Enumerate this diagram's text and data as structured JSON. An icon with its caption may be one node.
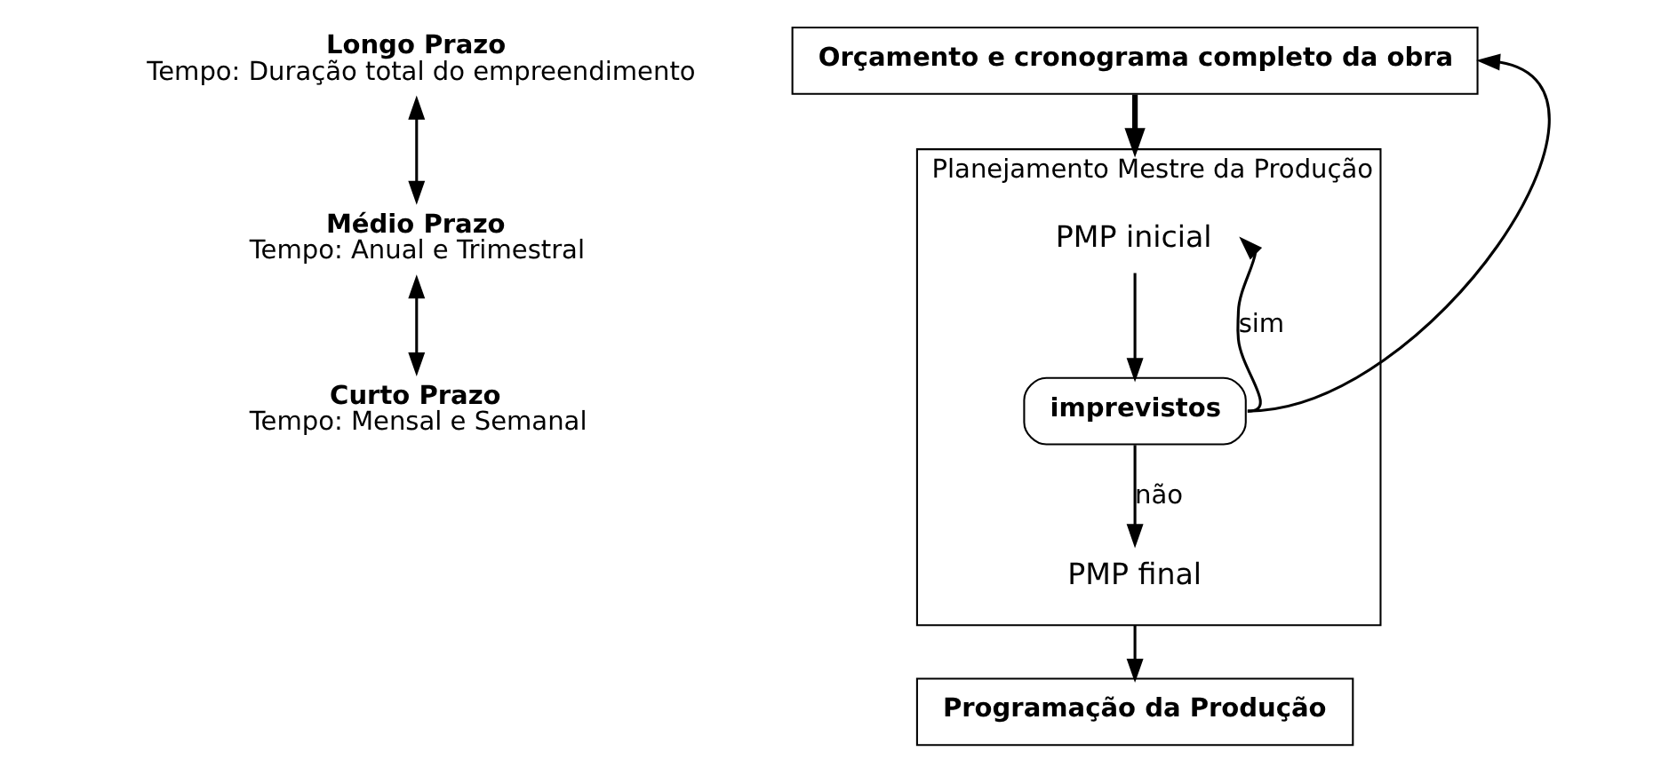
{
  "diagram": {
    "nodes": [
      {
        "text": [
          "Longo Prazo",
          "Tempo: Duração total do empreendimento"
        ]
      },
      {
        "text": [
          "Médio Prazo",
          "Tempo: Anual e Trimestral"
        ]
      },
      {
        "text": [
          "Curto Prazo",
          "Tempo: Mensal e Semanal"
        ]
      },
      {
        "text": [
          "Orçamento e cronograma completo da obra"
        ]
      },
      {
        "text": [
          "Planejamento Mestre da Produção"
        ]
      },
      {
        "text": [
          "PMP inicial"
        ],
        "in": 4
      },
      {
        "text": [
          "imprevistos"
        ],
        "in": 4
      },
      {
        "text": [
          "PMP final"
        ],
        "in": 4
      },
      {
        "text": [
          "Programação da Produção"
        ]
      }
    ],
    "edges": [
      {
        "from": 0,
        "to": 1,
        "arrow": "both"
      },
      {
        "from": 1,
        "to": 2,
        "arrow": "both"
      },
      {
        "from": 3,
        "to": 4,
        "arrow": "to",
        "style": "thick"
      },
      {
        "from": 5,
        "to": 6,
        "arrow": "to"
      },
      {
        "from": 6,
        "to": 7,
        "label": "não",
        "arrow": "to"
      },
      {
        "from": 6,
        "to": 4,
        "label": "sim",
        "arrow": "to"
      },
      {
        "from": 6,
        "to": 3,
        "arrow": "to"
      },
      {
        "from": 4,
        "to": 8,
        "arrow": "to"
      }
    ]
  }
}
